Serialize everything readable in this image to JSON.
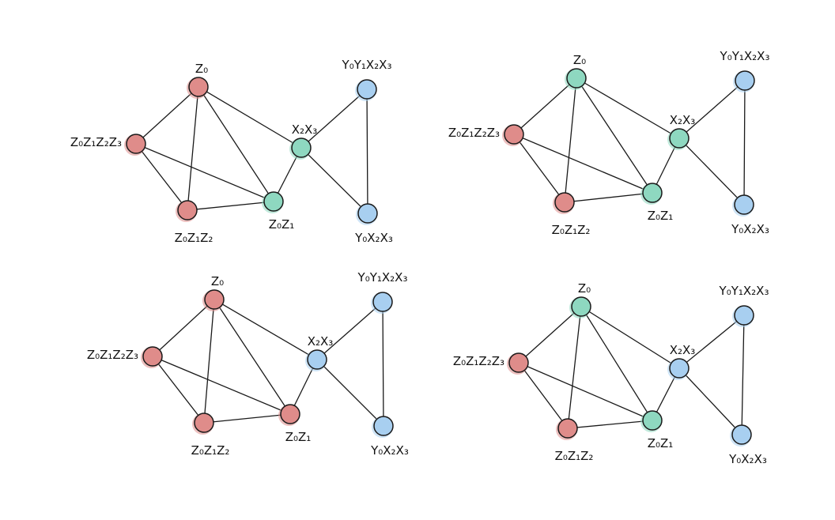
{
  "colors": {
    "red": "#df8c8a",
    "green": "#8ed8c0",
    "blue": "#a8cff0",
    "edge": "#1a1a1a"
  },
  "labels": {
    "z0": "Z₀",
    "z0z1z2z3": "Z₀Z₁Z₂Z₃",
    "z0z1z2": "Z₀Z₁Z₂",
    "z0z1": "Z₀Z₁",
    "x2x3": "X₂X₃",
    "y0y1x2x3": "Y₀Y₁X₂X₃",
    "y0x2x3": "Y₀X₂X₃"
  },
  "edges": [
    [
      "z0",
      "z0z1z2z3"
    ],
    [
      "z0",
      "z0z1z2"
    ],
    [
      "z0",
      "z0z1"
    ],
    [
      "z0",
      "x2x3"
    ],
    [
      "z0z1z2z3",
      "z0z1z2"
    ],
    [
      "z0z1z2z3",
      "z0z1"
    ],
    [
      "z0z1z2",
      "z0z1"
    ],
    [
      "z0z1",
      "x2x3"
    ],
    [
      "x2x3",
      "y0y1x2x3"
    ],
    [
      "x2x3",
      "y0x2x3"
    ],
    [
      "y0y1x2x3",
      "y0x2x3"
    ]
  ],
  "panels": [
    {
      "name": "panel-top-left",
      "node_colors": {
        "z0": "red",
        "z0z1z2z3": "red",
        "z0z1z2": "red",
        "z0z1": "green",
        "x2x3": "green",
        "y0y1x2x3": "blue",
        "y0x2x3": "blue"
      }
    },
    {
      "name": "panel-top-right",
      "node_colors": {
        "z0": "green",
        "z0z1z2z3": "red",
        "z0z1z2": "red",
        "z0z1": "green",
        "x2x3": "green",
        "y0y1x2x3": "blue",
        "y0x2x3": "blue"
      }
    },
    {
      "name": "panel-bottom-left",
      "node_colors": {
        "z0": "red",
        "z0z1z2z3": "red",
        "z0z1z2": "red",
        "z0z1": "red",
        "x2x3": "blue",
        "y0y1x2x3": "blue",
        "y0x2x3": "blue"
      }
    },
    {
      "name": "panel-bottom-right",
      "node_colors": {
        "z0": "green",
        "z0z1z2z3": "red",
        "z0z1z2": "red",
        "z0z1": "green",
        "x2x3": "blue",
        "y0y1x2x3": "blue",
        "y0x2x3": "blue"
      }
    }
  ]
}
